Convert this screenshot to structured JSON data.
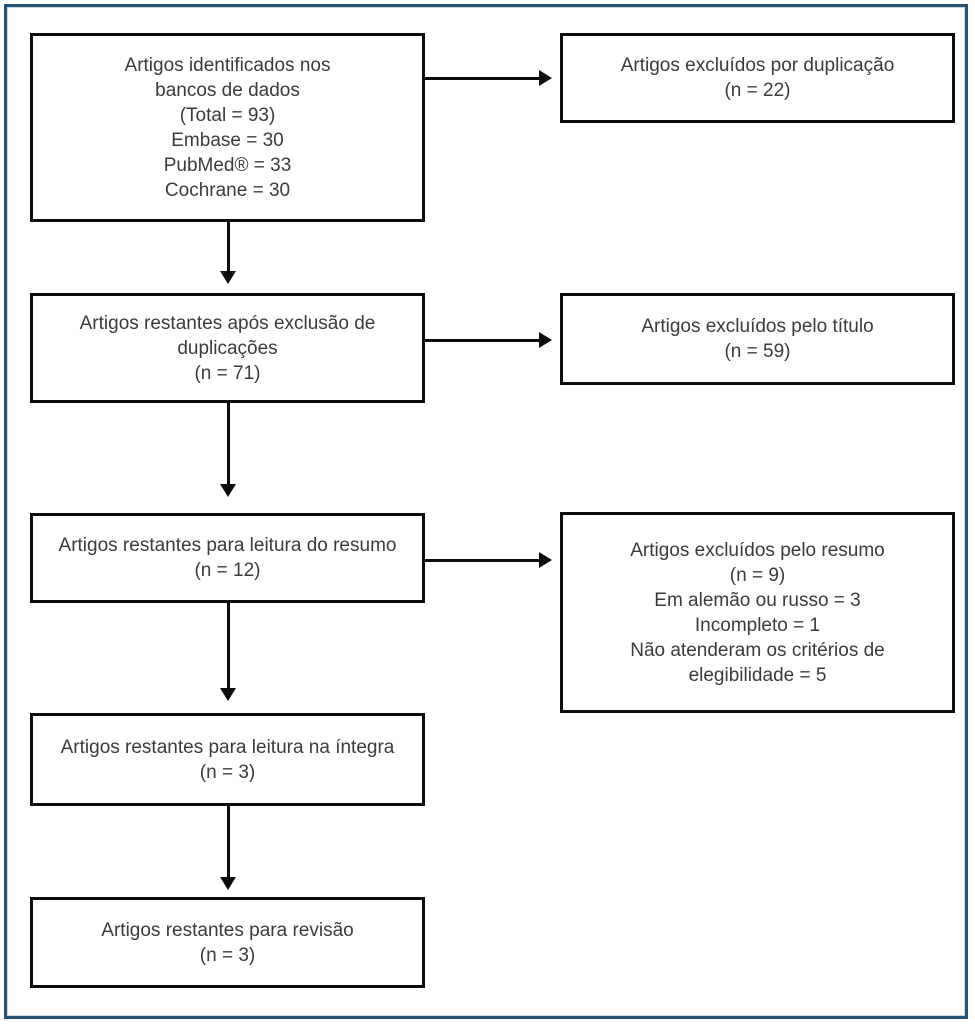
{
  "diagram": {
    "type": "flowchart",
    "language": "pt-BR",
    "description": "Fluxograma de seleção de artigos (estilo PRISMA)",
    "colors": {
      "frame_border": "#235379",
      "box_border": "#0d0d0d",
      "text": "#3b3b3b",
      "background": "#ffffff",
      "arrow": "#0d0d0d"
    },
    "left_column": [
      {
        "id": "identified",
        "lines": [
          "Artigos identificados nos",
          "bancos de dados",
          "(Total = 93)",
          "Embase = 30",
          "PubMed® = 33",
          "Cochrane = 30"
        ]
      },
      {
        "id": "after_duplicates",
        "lines": [
          "Artigos restantes após exclusão de",
          "duplicações",
          "(n = 71)"
        ]
      },
      {
        "id": "abstract_reading",
        "lines": [
          "Artigos restantes para leitura do resumo",
          "(n = 12)"
        ]
      },
      {
        "id": "fulltext_reading",
        "lines": [
          "Artigos restantes para leitura na íntegra",
          "(n = 3)"
        ]
      },
      {
        "id": "final_review",
        "lines": [
          "Artigos restantes para revisão",
          "(n = 3)"
        ]
      }
    ],
    "right_column": [
      {
        "id": "excluded_duplication",
        "lines": [
          "Artigos excluídos por duplicação",
          "(n = 22)"
        ]
      },
      {
        "id": "excluded_title",
        "lines": [
          "Artigos excluídos pelo título",
          "(n = 59)"
        ]
      },
      {
        "id": "excluded_abstract",
        "lines": [
          "Artigos excluídos pelo resumo",
          "(n = 9)",
          "Em alemão ou russo = 3",
          "Incompleto = 1",
          "Não atenderam os critérios de",
          "elegibilidade = 5"
        ]
      }
    ],
    "arrows": {
      "vertical": [
        {
          "from": "identified",
          "to": "after_duplicates"
        },
        {
          "from": "after_duplicates",
          "to": "abstract_reading"
        },
        {
          "from": "abstract_reading",
          "to": "fulltext_reading"
        },
        {
          "from": "fulltext_reading",
          "to": "final_review"
        }
      ],
      "horizontal": [
        {
          "from": "identified",
          "to": "excluded_duplication"
        },
        {
          "from": "after_duplicates",
          "to": "excluded_title"
        },
        {
          "from": "abstract_reading",
          "to": "excluded_abstract"
        }
      ]
    }
  }
}
